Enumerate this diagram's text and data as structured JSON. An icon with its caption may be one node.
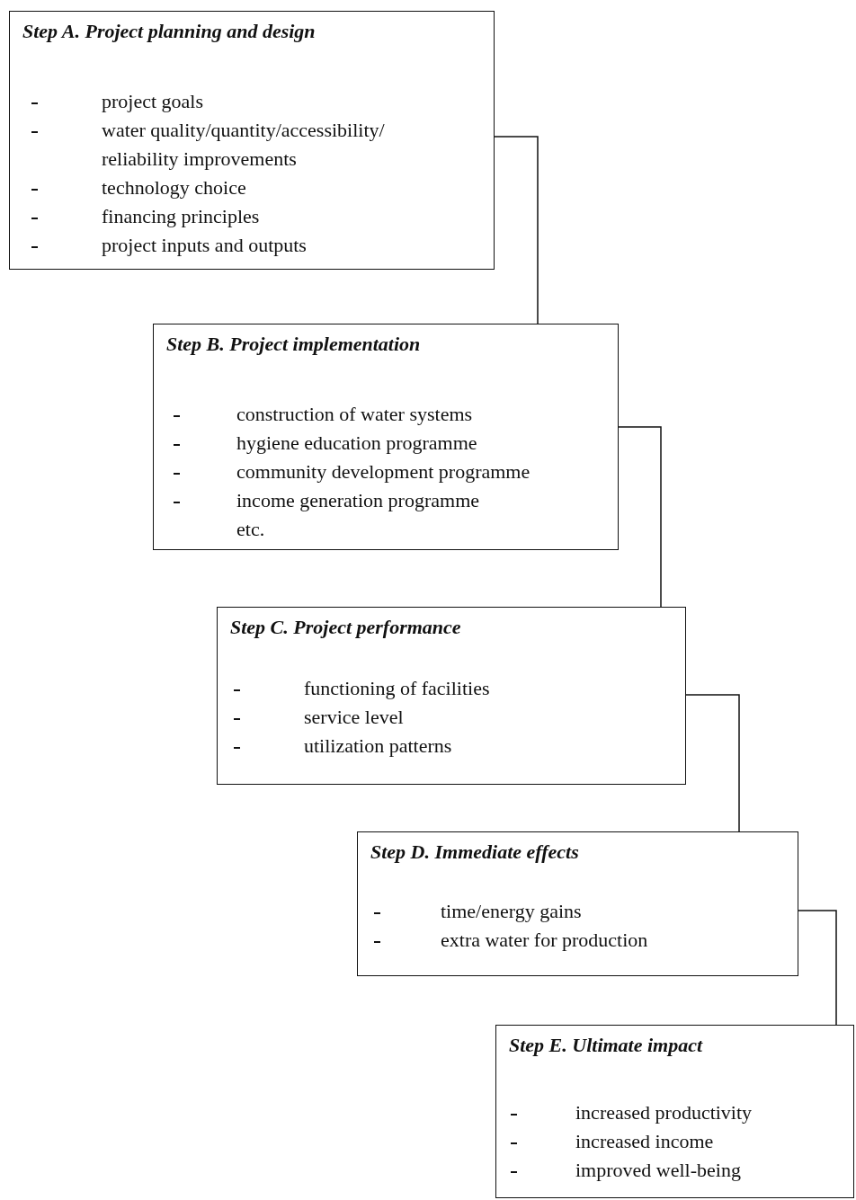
{
  "diagram": {
    "nodes": [
      {
        "text": [
          "Step A. Project planning and design",
          "project goals",
          "water quality/quantity/accessibility/ reliability improvements",
          "technology choice",
          "financing principles",
          "project inputs and outputs"
        ]
      },
      {
        "text": [
          "Step B. Project  implementation",
          "construction of water systems",
          "hygiene education programme",
          "community development programme",
          "income generation programme",
          "etc."
        ]
      },
      {
        "text": [
          "Step C. Project performance",
          "functioning of facilities",
          "service level",
          "utilization patterns"
        ]
      },
      {
        "text": [
          "Step D. Immediate effects",
          "time/energy gains",
          "extra water for production"
        ]
      },
      {
        "text": [
          "Step E. Ultimate impact",
          "increased productivity",
          "increased income",
          "improved well-being"
        ]
      }
    ],
    "edges": [
      {
        "from": 0,
        "to": 1,
        "arrow": "none"
      },
      {
        "from": 1,
        "to": 2,
        "arrow": "none"
      },
      {
        "from": 2,
        "to": 3,
        "arrow": "none"
      },
      {
        "from": 3,
        "to": 4,
        "arrow": "none"
      }
    ]
  }
}
